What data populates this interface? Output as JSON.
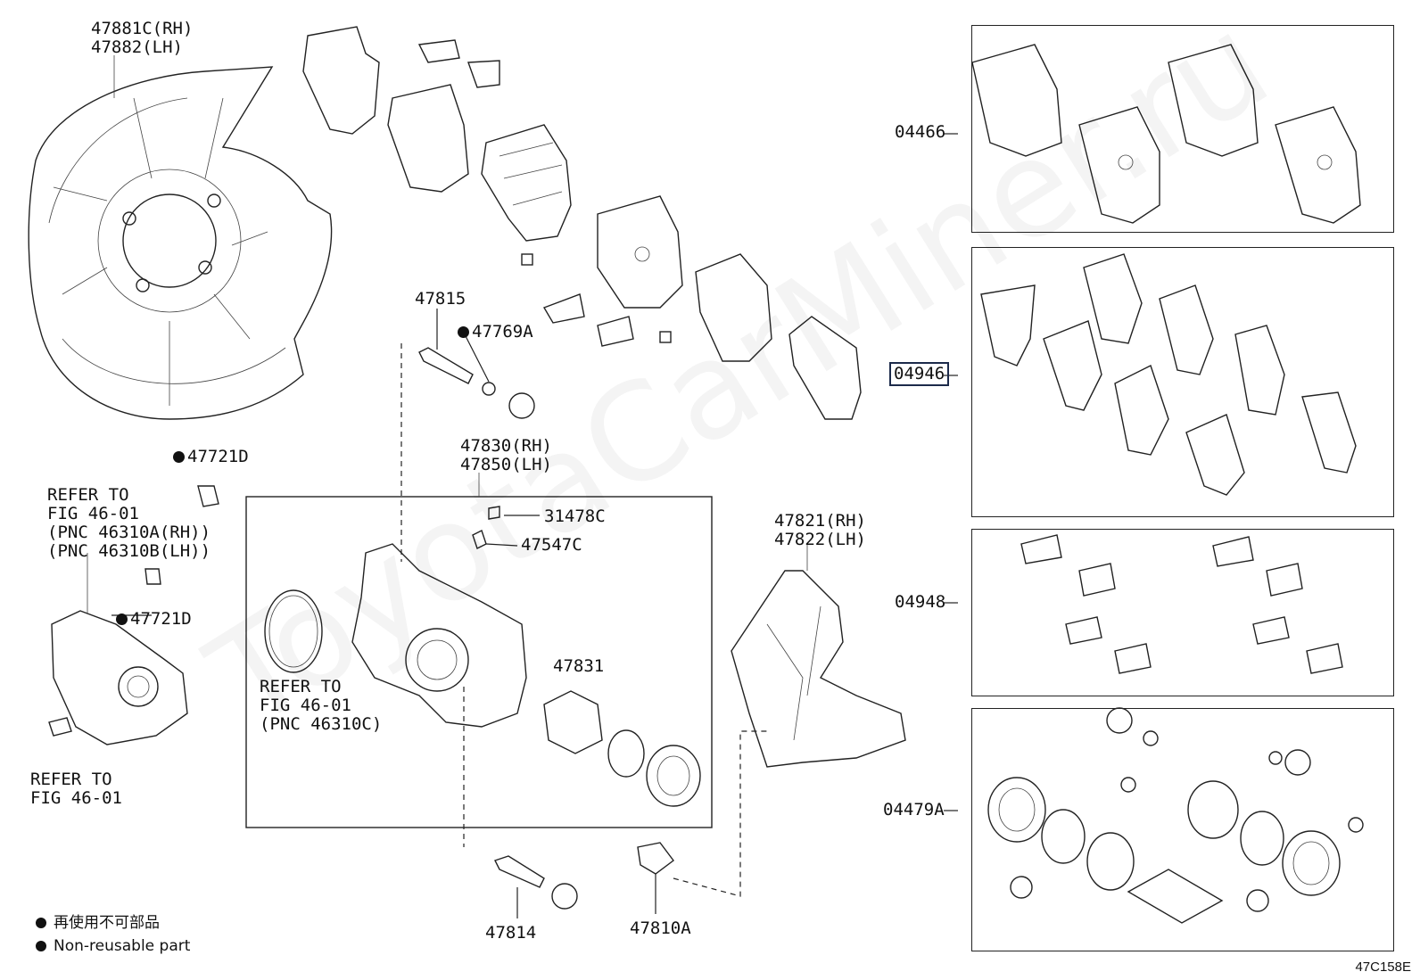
{
  "watermark": "ToyotaCarMiner.ru",
  "figure_code": "47C158E",
  "legend": {
    "line1": "再使用不可部品",
    "line2": "Non-reusable part"
  },
  "labels": {
    "dust_cover": "47881C(RH)\n47882(LH)",
    "bolt_47721D_top": "47721D",
    "refer_motor": "REFER TO\nFIG 46-01\n(PNC 46310A(RH))\n(PNC 46310B(LH))",
    "bolt_47721D_bottom": "47721D",
    "refer_bottom_left": "REFER TO\nFIG 46-01",
    "pin_47815": "47815",
    "boot_47769A": "47769A",
    "caliper_47830": "47830(RH)\n47850(LH)",
    "cap_31478C": "31478C",
    "bleeder_47547C": "47547C",
    "refer_seal": "REFER TO\nFIG 46-01\n(PNC 46310C)",
    "piston_47831": "47831",
    "mounting_47821": "47821(RH)\n47822(LH)",
    "pin_47814": "47814",
    "bolt_47810A": "47810A",
    "kit_04466": "04466",
    "kit_04946": "04946",
    "kit_04948": "04948",
    "kit_04479A": "04479A"
  }
}
